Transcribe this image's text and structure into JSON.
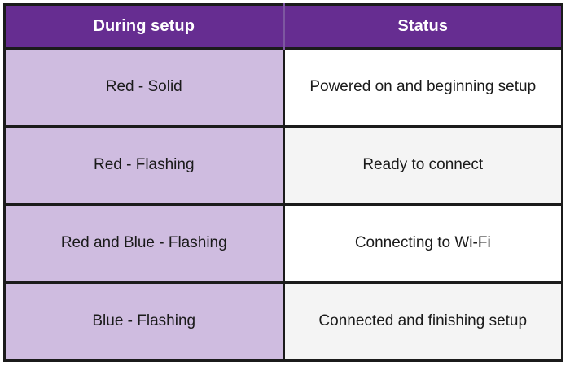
{
  "table": {
    "columns": [
      {
        "key": "signal",
        "label": "During setup"
      },
      {
        "key": "status",
        "label": "Status"
      }
    ],
    "rows": [
      {
        "signal": "Red - Solid",
        "status": "Powered on and beginning setup"
      },
      {
        "signal": "Red - Flashing",
        "status": "Ready to connect"
      },
      {
        "signal": "Red and Blue - Flashing",
        "status": "Connecting to Wi-Fi"
      },
      {
        "signal": "Blue - Flashing",
        "status": "Connected and finishing setup"
      }
    ]
  },
  "colors": {
    "header_background": "#662D91",
    "header_text": "#FFFFFF",
    "header_divider": "#7D57A0",
    "signal_cell_background": "#CFBCE0",
    "status_cell_background_odd": "#FFFFFF",
    "status_cell_background_even": "#F4F4F4",
    "border": "#1B1B1B",
    "body_text": "#1A1A1A"
  }
}
